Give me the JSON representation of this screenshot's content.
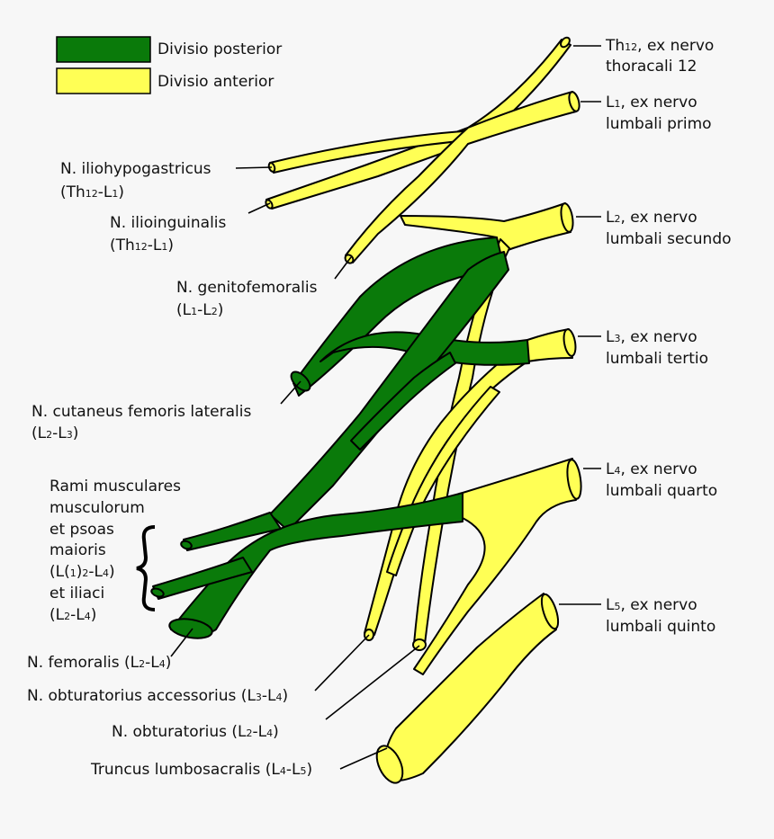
{
  "legend": [
    {
      "label": "Divisio posterior",
      "color": "#0a7a0a"
    },
    {
      "label": "Divisio anterior",
      "color": "#ffff55"
    }
  ],
  "roots": [
    {
      "id": "th12",
      "pre": "Th",
      "sub": "12",
      "post": ", ex nervo",
      "line2": "thoracali 12"
    },
    {
      "id": "l1",
      "pre": "L",
      "sub": "1",
      "post": ", ex nervo",
      "line2": "lumbali primo"
    },
    {
      "id": "l2",
      "pre": "L",
      "sub": "2",
      "post": ", ex nervo",
      "line2": "lumbali secundo"
    },
    {
      "id": "l3",
      "pre": "L",
      "sub": "3",
      "post": ", ex nervo",
      "line2": "lumbali tertio"
    },
    {
      "id": "l4",
      "pre": "L",
      "sub": "4",
      "post": ", ex nervo",
      "line2": "lumbali quarto"
    },
    {
      "id": "l5",
      "pre": "L",
      "sub": "5",
      "post": ", ex nervo",
      "line2": "lumbali quinto"
    }
  ],
  "branches": {
    "iliohypogastricus": {
      "name": "N. iliohypogastricus",
      "range": [
        "(Th",
        "12",
        "-L",
        "1",
        ")"
      ]
    },
    "ilioinguinalis": {
      "name": "N. ilioinguinalis",
      "range": [
        "(Th",
        "12",
        "-L",
        "1",
        ")"
      ]
    },
    "genitofemoralis": {
      "name": "N. genitofemoralis",
      "range": [
        "(L",
        "1",
        "-L",
        "2",
        ")"
      ]
    },
    "cutaneus": {
      "name": "N. cutaneus femoris lateralis",
      "range": [
        "(L",
        "2",
        "-L",
        "3",
        ")"
      ]
    },
    "rami": {
      "lines": [
        "Rami musculares",
        "musculorum",
        "et psoas",
        "maioris"
      ],
      "range1": [
        "(L(",
        "1",
        ")",
        "2",
        "-L",
        "4",
        ")"
      ],
      "line6": "et iliaci",
      "range2": [
        "(L",
        "2",
        "-L",
        "4",
        ")"
      ]
    },
    "femoralis": {
      "name": "N. femoralis (L",
      "s1": "2",
      "mid": "-L",
      "s2": "4",
      "end": ")"
    },
    "obt_acc": {
      "name": "N. obturatorius accessorius (L",
      "s1": "3",
      "mid": "-L",
      "s2": "4",
      "end": ")"
    },
    "obt": {
      "name": "N. obturatorius (L",
      "s1": "2",
      "mid": "-L",
      "s2": "4",
      "end": ")"
    },
    "truncus": {
      "name": "Truncus lumbosacralis (L",
      "s1": "4",
      "mid": "-L",
      "s2": "5",
      "end": ")"
    }
  }
}
